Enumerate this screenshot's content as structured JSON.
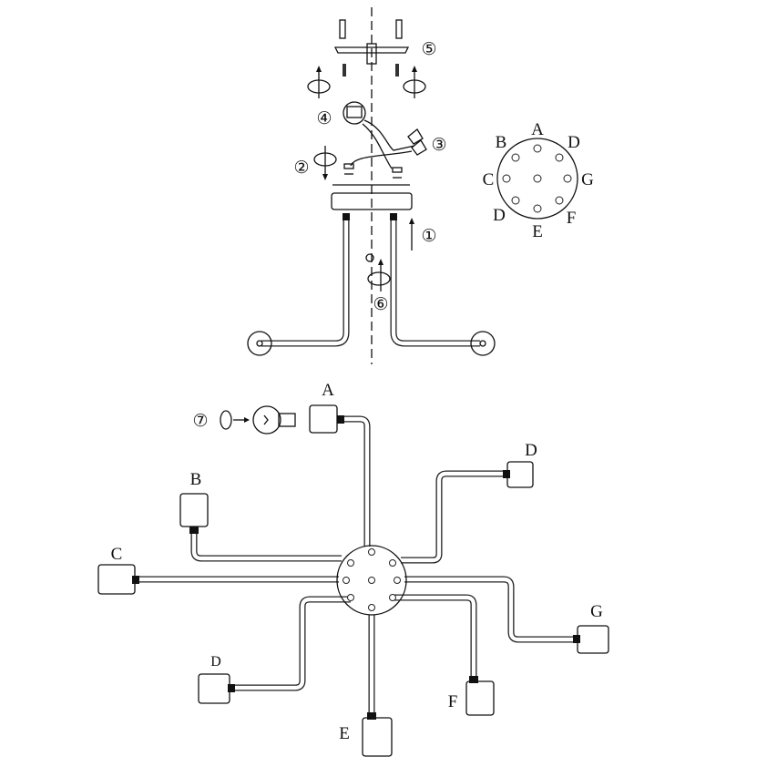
{
  "diagram": {
    "steps": [
      "①",
      "②",
      "③",
      "④",
      "⑤",
      "⑥",
      "⑦"
    ],
    "hole_map_labels": {
      "A": "A",
      "B": "B",
      "C": "C",
      "D_top": "D",
      "G": "G",
      "D_bottom": "D",
      "E": "E",
      "F": "F"
    },
    "arm_labels": {
      "A": "A",
      "B": "B",
      "C": "C",
      "D_top": "D",
      "G": "G",
      "D_bottom": "D",
      "E": "E",
      "F": "F"
    },
    "colors": {
      "line": "#111111",
      "background": "#ffffff"
    }
  }
}
